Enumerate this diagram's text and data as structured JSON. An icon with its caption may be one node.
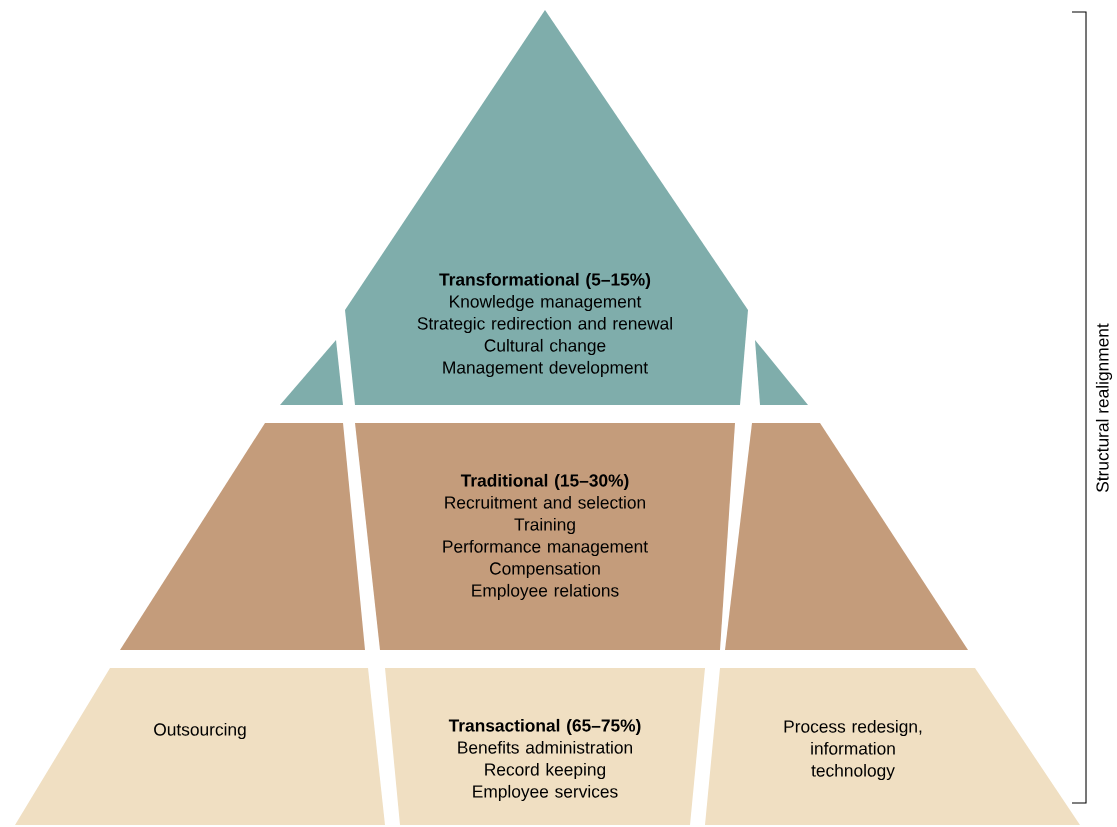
{
  "diagram": {
    "nodes": [
      {
        "text": [],
        "shape": "triangle"
      },
      {
        "text": [
          "Transformational (5–15%)",
          "Knowledge management",
          "Strategic redirection and renewal",
          "Cultural change",
          "Management development"
        ]
      },
      {
        "text": [],
        "shape": "triangle"
      },
      {
        "text": [],
        "shape": "trapezoid"
      },
      {
        "text": [
          "Traditional (15–30%)",
          "Recruitment and selection",
          "Training",
          "Performance management",
          "Compensation",
          "Employee relations"
        ]
      },
      {
        "text": [],
        "shape": "trapezoid"
      },
      {
        "text": [
          "Outsourcing"
        ]
      },
      {
        "text": [
          "Transactional (65–75%)",
          "Benefits administration",
          "Record keeping",
          "Employee services"
        ]
      },
      {
        "text": [
          "Process redesign, information technology"
        ]
      }
    ],
    "labels": [
      "Structural realignment"
    ]
  }
}
